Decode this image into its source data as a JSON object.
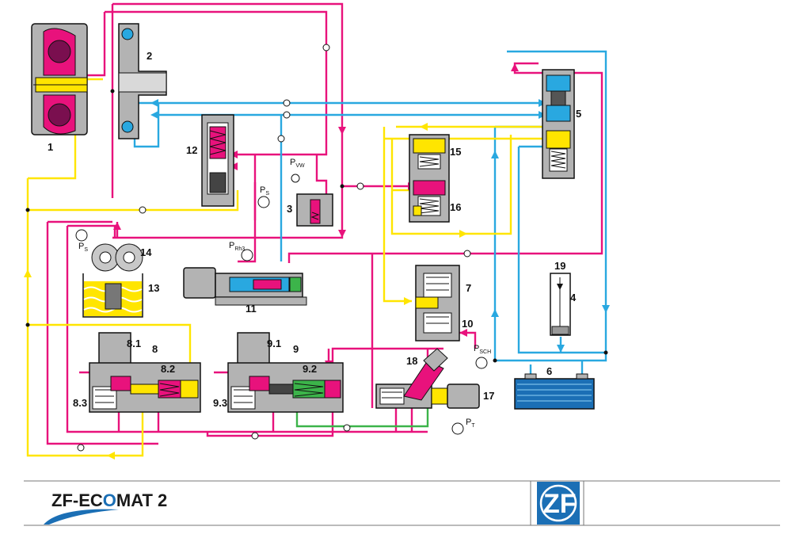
{
  "labels": {
    "n1": "1",
    "n2": "2",
    "n3": "3",
    "n4": "4",
    "n5": "5",
    "n6": "6",
    "n7": "7",
    "n8": "8",
    "n8_1": "8.1",
    "n8_2": "8.2",
    "n8_3": "8.3",
    "n9": "9",
    "n9_1": "9.1",
    "n9_2": "9.2",
    "n9_3": "9.3",
    "n10": "10",
    "n11": "11",
    "n12": "12",
    "n13": "13",
    "n14": "14",
    "n15": "15",
    "n16": "16",
    "n17": "17",
    "n18": "18",
    "n19": "19"
  },
  "symbols": {
    "p_vw": "P",
    "p_vw_sub": "VW",
    "p_s": "P",
    "p_s_sub": "S",
    "p_s2": "P",
    "p_s2_sub": "S",
    "p_rh3": "P",
    "p_rh3_sub": "Rh3",
    "p_sch": "P",
    "p_sch_sub": "SCH",
    "p_t": "P",
    "p_t_sub": "T"
  },
  "footer": {
    "brand_pre": "ZF-EC",
    "brand_mid": "O",
    "brand_post": "MAT 2",
    "logo_text": "ZF"
  },
  "colors": {
    "main_pressure": "#e8127c",
    "converter": "#29a8e0",
    "control": "#ffe500",
    "lube": "#3cb44a",
    "housing": "#b3b3b3",
    "brand_blue": "#1b6fb5"
  }
}
